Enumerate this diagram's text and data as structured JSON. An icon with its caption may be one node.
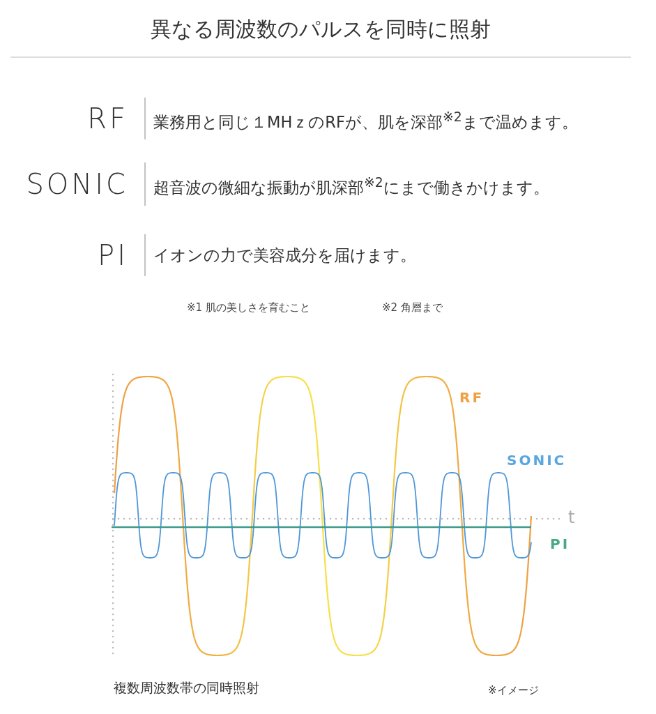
{
  "diagram": {
    "title": "異なる周波数のパルスを同時に照射",
    "caption": "複数周波数帯の同時照射",
    "labels": [
      "RF",
      "業務用と同じ１MHｚのRFが、肌を深部$^{※2}$まで温めます。",
      "SONIC",
      "超音波の微細な振動が肌深部$^{※2}$にまで働きかけます。",
      "PI",
      "イオンの力で美容成分を届けます。",
      "※1 肌の美しさを育むこと",
      "※2 角層まで",
      "RF",
      "SONIC",
      "t",
      "PI",
      "※イメージ"
    ]
  }
}
